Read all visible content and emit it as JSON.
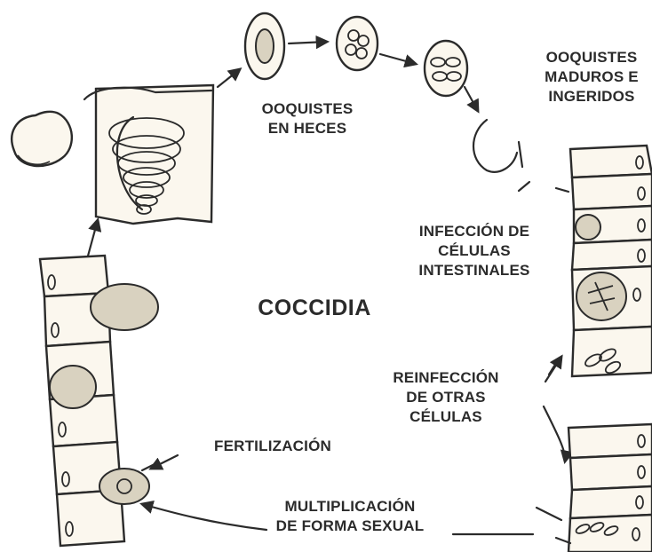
{
  "title": "COCCIDIA",
  "labels": {
    "ooquistes_heces": [
      "OOQUISTES",
      "EN HECES"
    ],
    "ooquistes_maduros": [
      "OOQUISTES",
      "MADUROS E",
      "INGERIDOS"
    ],
    "infeccion": [
      "INFECCIÓN DE",
      "CÉLULAS",
      "INTESTINALES"
    ],
    "reinfeccion": [
      "REINFECCIÓN",
      "DE OTRAS",
      "CÉLULAS"
    ],
    "fertilizacion": [
      "FERTILIZACIÓN"
    ],
    "multiplicacion": [
      "MULTIPLICACIÓN",
      "DE FORMA SEXUAL"
    ]
  },
  "icons": [
    "oocyst-icon",
    "intestinal-cell-icon",
    "sporozoite-icon",
    "gamete-icon",
    "cycle-arrow-icon"
  ],
  "colors": {
    "ink": "#2b2b2b",
    "paper": "#ffffff",
    "cell_fill": "#fbf7ee",
    "stipple": "#d9d2c0"
  }
}
